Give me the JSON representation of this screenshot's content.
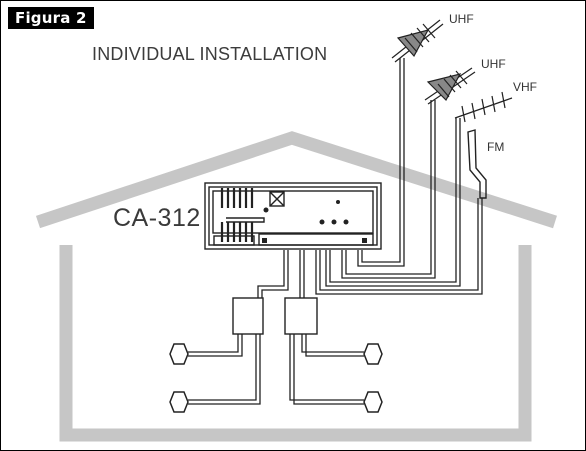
{
  "figure_label": "Figura 2",
  "title": "INDIVIDUAL INSTALLATION",
  "device_label": "CA-312",
  "antennas": {
    "uhf_top": "UHF",
    "uhf_mid": "UHF",
    "vhf": "VHF",
    "fm": "FM"
  },
  "colors": {
    "house": "#c6c6c6",
    "line": "#222222",
    "text": "#333333",
    "frame": "#000000"
  }
}
